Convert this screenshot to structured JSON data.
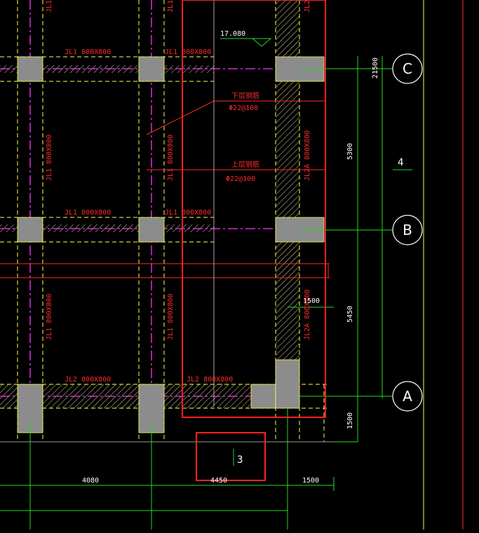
{
  "elevation_label": "17.080",
  "beams": {
    "jl1_top_left": "JL1 800X800",
    "jl1_top_mid": "JL1 800X800",
    "jl1_mid_left": "JL1 800X800",
    "jl1_mid_mid": "JL1 800X800",
    "jl1_vert_left_upper": "JL1 800X800",
    "jl1_vert_mid_upper": "JL1 800X800",
    "jl1_vert_left_lower": "JL1 800X800",
    "jl1_vert_mid_lower": "JL1 800X800",
    "jl2_bottom_left": "JL2 800X800",
    "jl2_bottom_mid": "JL2 800X800",
    "jl2a_right_upper": "JL2A 800X800",
    "jl2a_right_lower": "JL2A 800X800",
    "jl_top_cut_1": "JL1",
    "jl_top_cut_2": "JL1",
    "jl_top_cut_3": "JL2"
  },
  "rebar_notes": [
    {
      "title": "下层钢筋",
      "spec": "Φ22@100"
    },
    {
      "title": "上层钢筋",
      "spec": "Φ22@100"
    }
  ],
  "dimensions": {
    "right_top": "21500",
    "right_c_b": "5300",
    "right_b_a": "5450",
    "right_bottom": "1500",
    "inner_offset": "1500",
    "bottom_1": "4080",
    "bottom_2": "4450",
    "bottom_3": "1500"
  },
  "axis_labels": [
    "C",
    "B",
    "A"
  ],
  "callout_right": "4",
  "callout_bottom": "3",
  "colors": {
    "background": "#000000",
    "beam_red": "#ff2a2a",
    "grid_green": "#22dd22",
    "column_gray": "#8c8c8c",
    "hatch_yellow": "#ffff55",
    "axis_magenta": "#ff33ff",
    "highlight_frame": "#ff2020"
  }
}
